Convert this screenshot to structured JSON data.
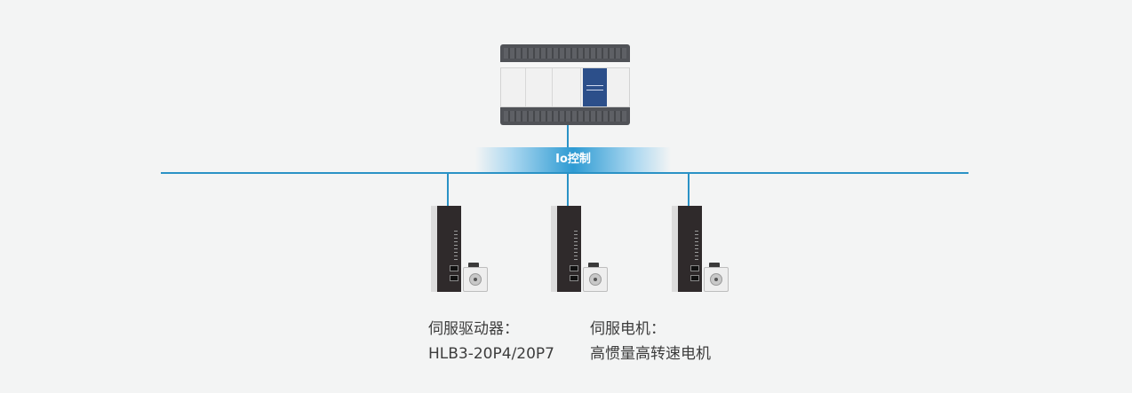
{
  "colors": {
    "bus": "#2a92c6",
    "background": "#f3f4f4",
    "device_dark": "#2f2a2b",
    "plc_blue": "#2c4f8a",
    "caption_text": "#3d3d3d"
  },
  "controller": {
    "icon": "plc-controller-icon"
  },
  "bus": {
    "label": "Io控制"
  },
  "drives": [
    {
      "icon": "servo-drive-icon"
    },
    {
      "icon": "servo-drive-icon"
    },
    {
      "icon": "servo-drive-icon"
    }
  ],
  "motors": [
    {
      "icon": "servo-motor-icon"
    },
    {
      "icon": "servo-motor-icon"
    },
    {
      "icon": "servo-motor-icon"
    }
  ],
  "captions": {
    "drive_title": "伺服驱动器：",
    "drive_model": "HLB3-20P4/20P7",
    "motor_title": "伺服电机：",
    "motor_model": "高惯量高转速电机"
  }
}
